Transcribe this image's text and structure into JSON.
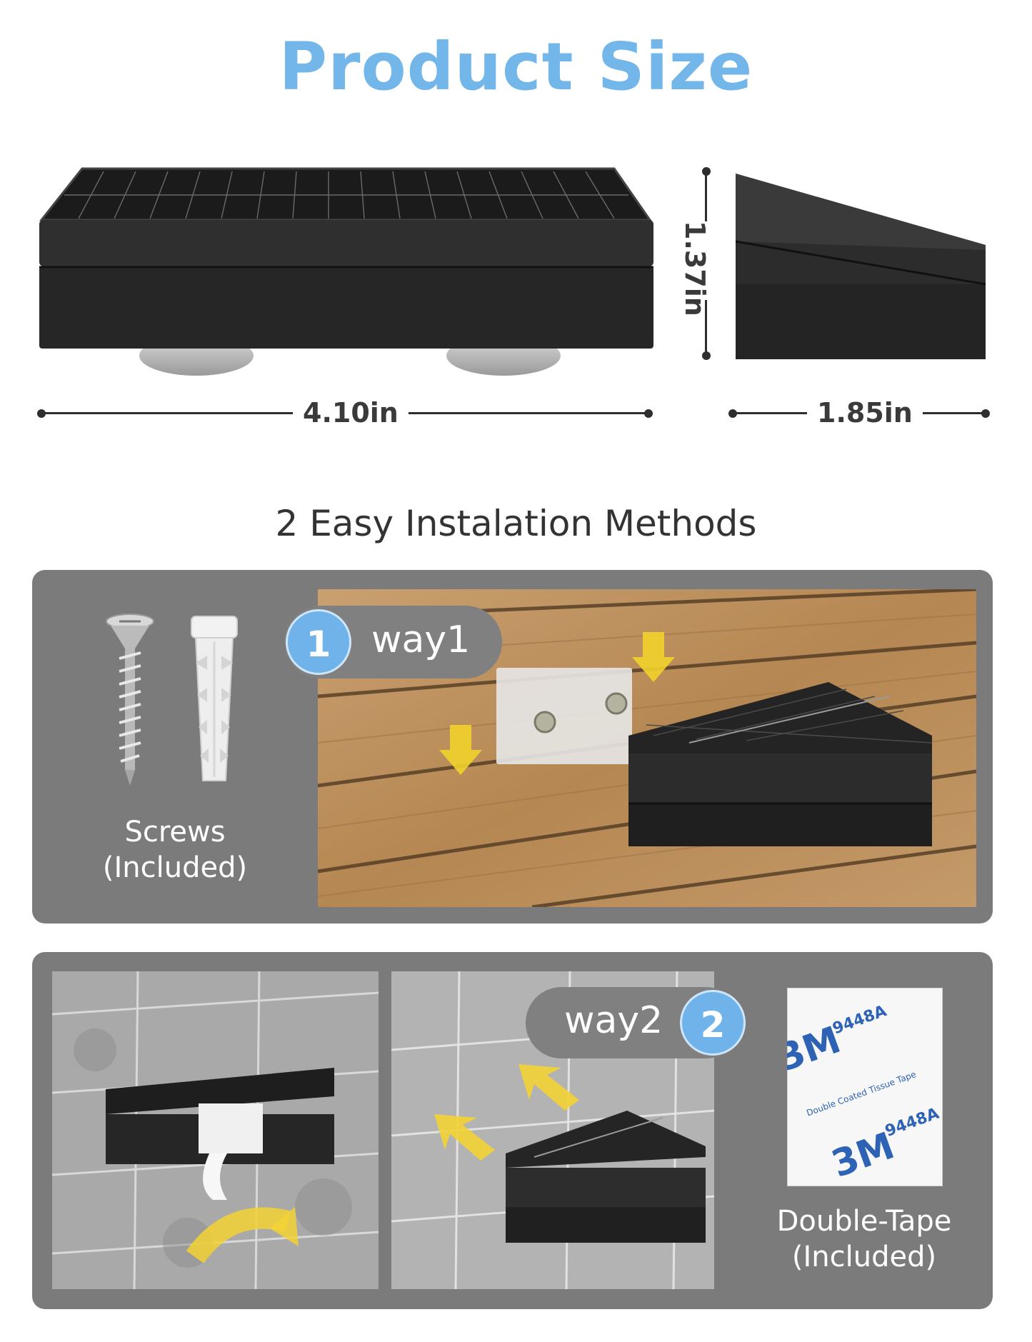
{
  "header": {
    "title": "Product Size"
  },
  "dimensions": {
    "width": "4.10in",
    "height": "1.37in",
    "depth": "1.85in"
  },
  "installation": {
    "title": "2 Easy Instalation Methods",
    "way1": {
      "number": "1",
      "label": "way1",
      "accessory_line1": "Screws",
      "accessory_line2": "(Included)"
    },
    "way2": {
      "number": "2",
      "label": "way2",
      "accessory_line1": "Double-Tape",
      "accessory_line2": "(Included)",
      "tape_brand": "3M",
      "tape_code": "9448A",
      "tape_text": "Double Coated Tissue Tape"
    }
  },
  "colors": {
    "title_blue": "#72b6ea",
    "panel_gray": "#7b7b7b",
    "badge_blue": "#6fb3ea"
  }
}
